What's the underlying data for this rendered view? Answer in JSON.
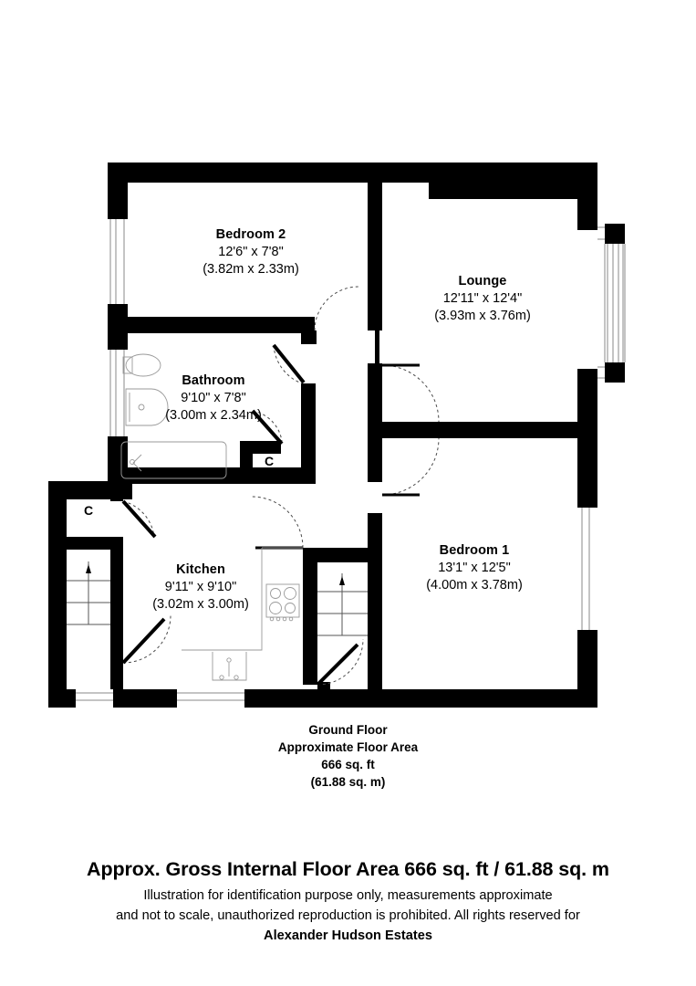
{
  "plan": {
    "floor_title": "Ground Floor",
    "area_caption": "Approximate Floor Area",
    "area_sqft": "666 sq. ft",
    "area_sqm": "(61.88 sq. m)",
    "wall_color": "#000000",
    "background_color": "#ffffff",
    "rooms": [
      {
        "id": "bedroom-2",
        "name": "Bedroom 2",
        "dim_imperial": "12'6\" x 7'8\"",
        "dim_metric": "(3.82m x 2.33m)"
      },
      {
        "id": "lounge",
        "name": "Lounge",
        "dim_imperial": "12'11\" x 12'4\"",
        "dim_metric": "(3.93m x 3.76m)"
      },
      {
        "id": "bathroom",
        "name": "Bathroom",
        "dim_imperial": "9'10\" x 7'8\"",
        "dim_metric": "(3.00m x 2.34m)"
      },
      {
        "id": "kitchen",
        "name": "Kitchen",
        "dim_imperial": "9'11\" x 9'10\"",
        "dim_metric": "(3.02m x 3.00m)"
      },
      {
        "id": "bedroom-1",
        "name": "Bedroom 1",
        "dim_imperial": "13'1\" x 12'5\"",
        "dim_metric": "(4.00m x 3.78m)"
      }
    ],
    "cupboards": [
      {
        "id": "cupboard-hall",
        "label": "C"
      },
      {
        "id": "cupboard-entry",
        "label": "C"
      }
    ]
  },
  "footer": {
    "title": "Approx. Gross Internal Floor Area 666 sq. ft / 61.88 sq. m",
    "line1": "Illustration for identification purpose only, measurements approximate",
    "line2": "and not to scale, unauthorized reproduction is prohibited. All rights reserved for",
    "company": "Alexander Hudson Estates"
  }
}
